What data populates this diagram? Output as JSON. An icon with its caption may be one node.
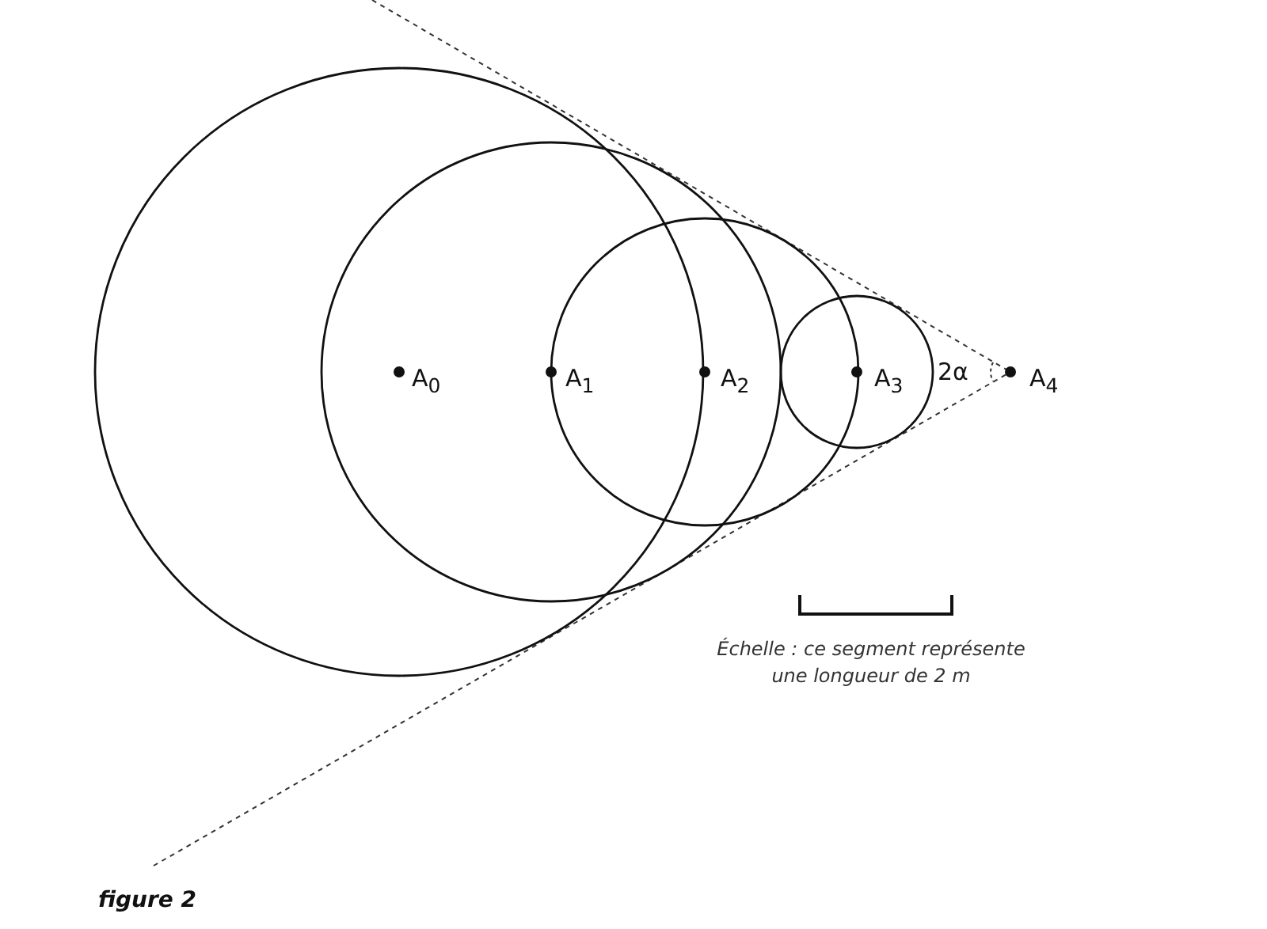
{
  "diagram": {
    "caption": "figure 2",
    "labels": [
      "A$_{0}$",
      "A$_{1}$",
      "A$_{2}$",
      "A$_{3}$",
      "2α",
      "A$_{4}$",
      "Échelle : ce segment représente une longueur de 2 m"
    ]
  }
}
